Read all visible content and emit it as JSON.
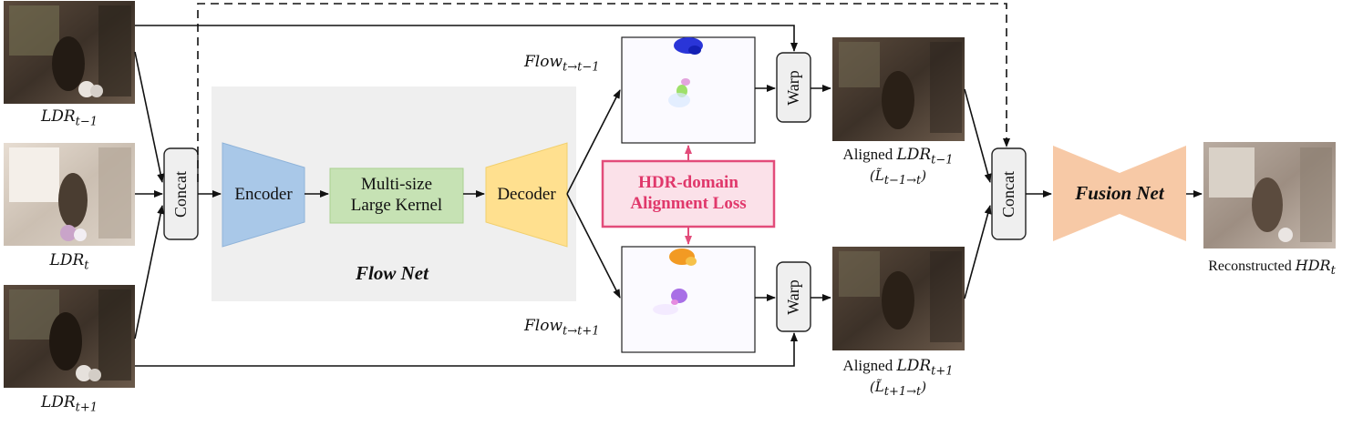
{
  "inputs": {
    "prev_label": "LDR",
    "prev_sub": "t−1",
    "cur_label": "LDR",
    "cur_sub": "t",
    "next_label": "LDR",
    "next_sub": "t+1"
  },
  "concat_left": "Concat",
  "concat_right": "Concat",
  "flownet": {
    "title": "Flow Net",
    "encoder": "Encoder",
    "kernel_line1": "Multi-size",
    "kernel_line2": "Large Kernel",
    "decoder": "Decoder"
  },
  "flows": {
    "back_label": "Flow",
    "back_sub": "t→t−1",
    "fwd_label": "Flow",
    "fwd_sub": "t→t+1"
  },
  "loss": {
    "line1": "HDR-domain",
    "line2": "Alignment Loss"
  },
  "warp_top": "Warp",
  "warp_bottom": "Warp",
  "aligned": {
    "top_prefix": "Aligned",
    "top_label": "LDR",
    "top_sub": "t−1",
    "top_sym": "L̃",
    "top_sym_sub": "t−1→t",
    "bottom_prefix": "Aligned",
    "bottom_label": "LDR",
    "bottom_sub": "t+1",
    "bottom_sym": "L̃",
    "bottom_sym_sub": "t+1→t"
  },
  "fusion": "Fusion Net",
  "output": {
    "prefix": "Reconstructed",
    "label": "HDR",
    "sub": "t"
  },
  "colors": {
    "encoder": "#a9c8e8",
    "kernel": "#c6e2b4",
    "decoder": "#ffe08f",
    "flownet_bg": "#efefef",
    "loss_border": "#e24c7a",
    "loss_fill": "#fbe1e9",
    "loss_text": "#e0386b",
    "fusion": "#f7c9a6"
  }
}
